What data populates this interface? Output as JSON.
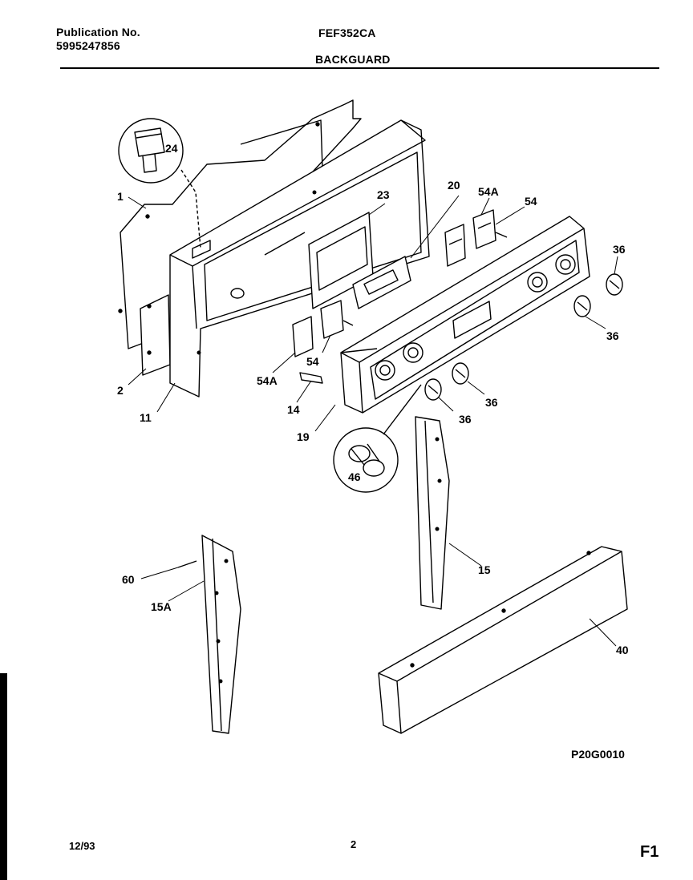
{
  "header": {
    "publication_label": "Publication No.",
    "publication_number": "5995247856",
    "model": "FEF352CA",
    "section": "BACKGUARD"
  },
  "callouts": {
    "c1": "1",
    "c2": "2",
    "c11": "11",
    "c14": "14",
    "c15": "15",
    "c15a": "15A",
    "c19": "19",
    "c20": "20",
    "c23": "23",
    "c24": "24",
    "c36a": "36",
    "c36b": "36",
    "c36c": "36",
    "c36d": "36",
    "c40": "40",
    "c46": "46",
    "c54a": "54",
    "c54b": "54",
    "c54Aa": "54A",
    "c54Ab": "54A",
    "c60": "60"
  },
  "footer": {
    "reference_code": "P20G0010",
    "date": "12/93",
    "page_number": "2",
    "figure_id": "F1"
  }
}
